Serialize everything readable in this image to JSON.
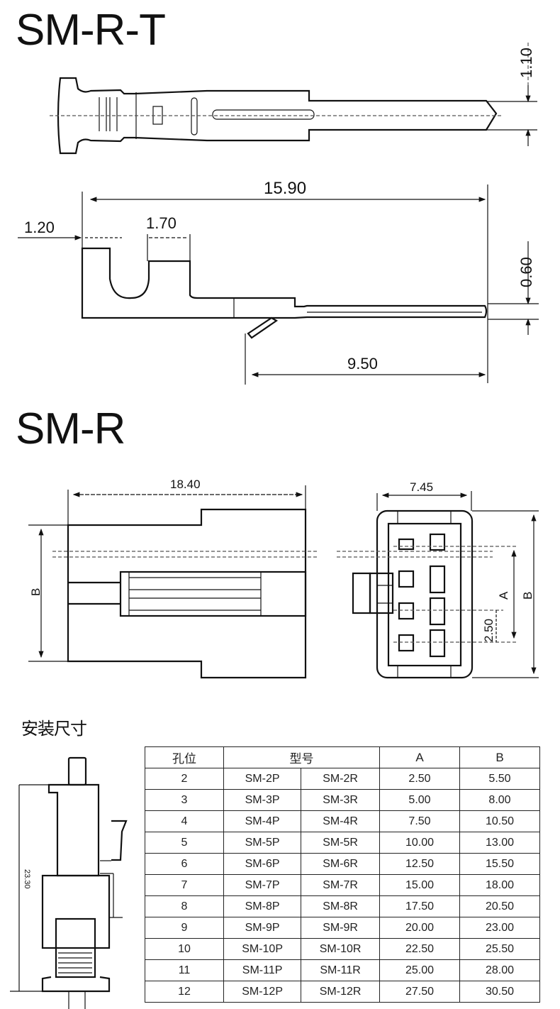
{
  "titles": {
    "terminal": "SM-R-T",
    "housing": "SM-R",
    "install": "安装尺寸"
  },
  "terminal_dims": {
    "width_top": "1.10",
    "total_length": "15.90",
    "crimp_1": "1.20",
    "crimp_2": "1.70",
    "thickness": "0.60",
    "tab_length": "9.50"
  },
  "housing_dims": {
    "length": "18.40",
    "height_label": "B",
    "front_width": "7.45",
    "label_a": "A",
    "label_b": "B",
    "pitch": "2.50"
  },
  "install_dims": {
    "height": "23.30"
  },
  "table": {
    "headers": {
      "positions": "孔位",
      "model": "型号",
      "a": "A",
      "b": "B"
    },
    "rows": [
      {
        "pos": "2",
        "plug": "SM-2P",
        "rec": "SM-2R",
        "a": "2.50",
        "b": "5.50"
      },
      {
        "pos": "3",
        "plug": "SM-3P",
        "rec": "SM-3R",
        "a": "5.00",
        "b": "8.00"
      },
      {
        "pos": "4",
        "plug": "SM-4P",
        "rec": "SM-4R",
        "a": "7.50",
        "b": "10.50"
      },
      {
        "pos": "5",
        "plug": "SM-5P",
        "rec": "SM-5R",
        "a": "10.00",
        "b": "13.00"
      },
      {
        "pos": "6",
        "plug": "SM-6P",
        "rec": "SM-6R",
        "a": "12.50",
        "b": "15.50"
      },
      {
        "pos": "7",
        "plug": "SM-7P",
        "rec": "SM-7R",
        "a": "15.00",
        "b": "18.00"
      },
      {
        "pos": "8",
        "plug": "SM-8P",
        "rec": "SM-8R",
        "a": "17.50",
        "b": "20.50"
      },
      {
        "pos": "9",
        "plug": "SM-9P",
        "rec": "SM-9R",
        "a": "20.00",
        "b": "23.00"
      },
      {
        "pos": "10",
        "plug": "SM-10P",
        "rec": "SM-10R",
        "a": "22.50",
        "b": "25.50"
      },
      {
        "pos": "11",
        "plug": "SM-11P",
        "rec": "SM-11R",
        "a": "25.00",
        "b": "28.00"
      },
      {
        "pos": "12",
        "plug": "SM-12P",
        "rec": "SM-12R",
        "a": "27.50",
        "b": "30.50"
      }
    ]
  }
}
